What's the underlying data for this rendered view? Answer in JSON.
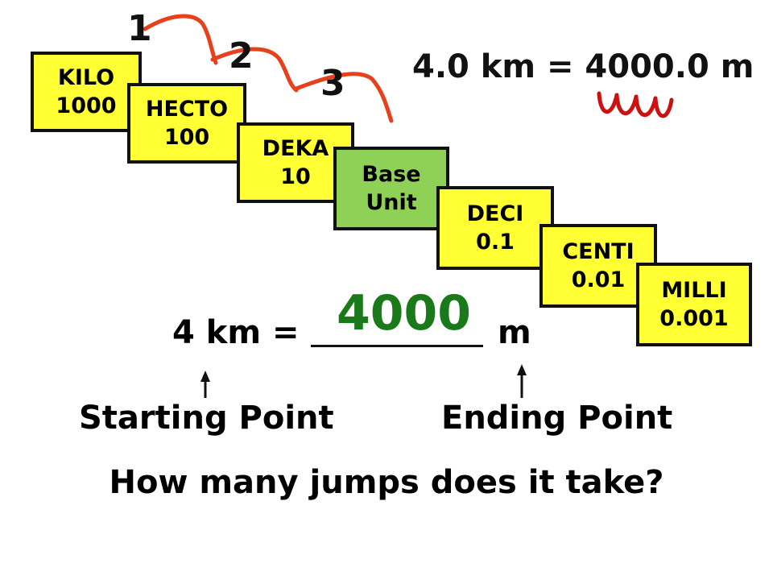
{
  "steps": [
    {
      "name": "KILO",
      "value": "1000"
    },
    {
      "name": "HECTO",
      "value": "100"
    },
    {
      "name": "DEKA",
      "value": "10"
    },
    {
      "name": "Base",
      "value": "Unit"
    },
    {
      "name": "DECI",
      "value": "0.1"
    },
    {
      "name": "CENTI",
      "value": "0.01"
    },
    {
      "name": "MILLI",
      "value": "0.001"
    }
  ],
  "jumps": [
    "1",
    "2",
    "3"
  ],
  "equation": "4.0 km = 4000.0 m",
  "problem": {
    "lhs": "4 km =",
    "rhs": "m",
    "answer": "4000"
  },
  "labels": {
    "start": "Starting Point",
    "end": "Ending Point"
  },
  "question": "How many jumps does it take?",
  "colors": {
    "step": "#ffff33",
    "base": "#8fd156",
    "arc": "#e8401c",
    "answer": "#1a7a1a"
  }
}
